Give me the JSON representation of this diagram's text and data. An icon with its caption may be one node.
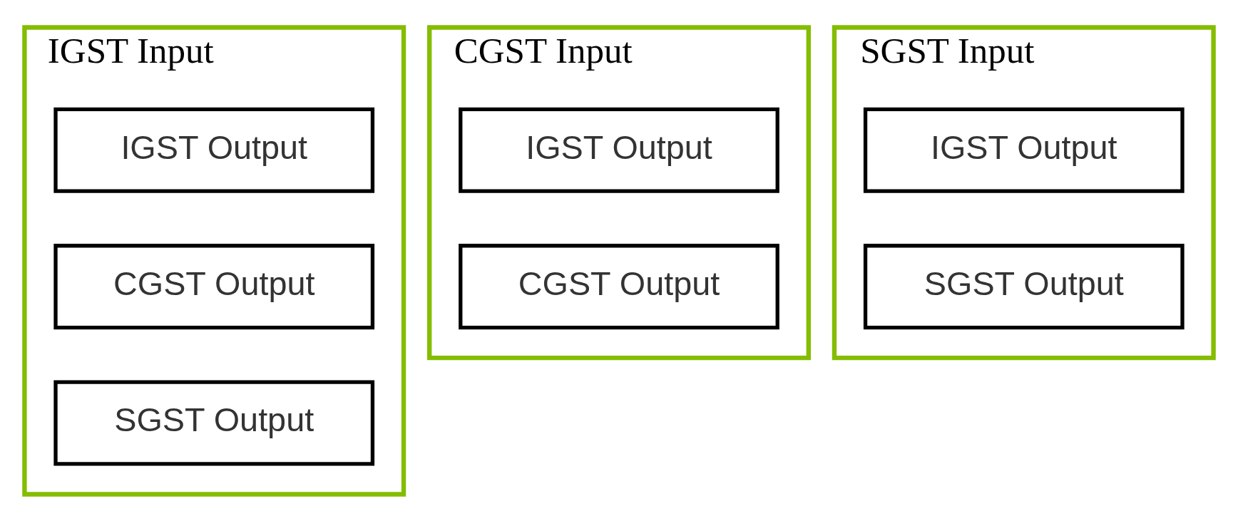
{
  "diagram": {
    "nodes": [
      {
        "text": [
          "IGST Input"
        ]
      },
      {
        "text": [
          "IGST Output"
        ],
        "in": 0
      },
      {
        "text": [
          "CGST Output"
        ],
        "in": 0
      },
      {
        "text": [
          "SGST Output"
        ],
        "in": 0
      },
      {
        "text": [
          "CGST Input"
        ]
      },
      {
        "text": [
          "IGST Output"
        ],
        "in": 4
      },
      {
        "text": [
          "CGST Output"
        ],
        "in": 4
      },
      {
        "text": [
          "SGST Input"
        ]
      },
      {
        "text": [
          "IGST Output"
        ],
        "in": 7
      },
      {
        "text": [
          "SGST Output"
        ],
        "in": 7
      }
    ]
  }
}
